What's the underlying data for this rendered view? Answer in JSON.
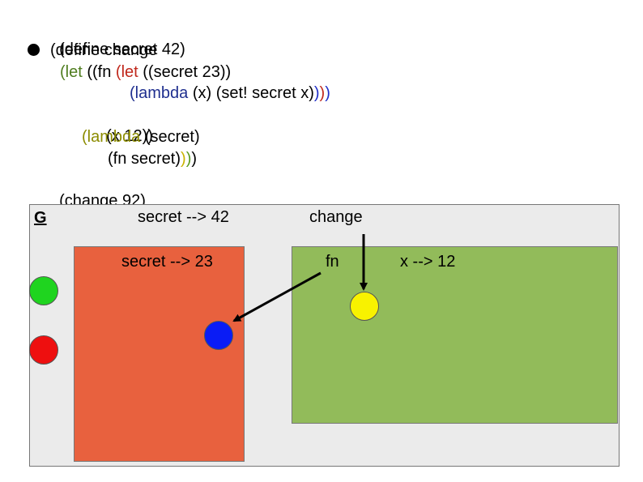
{
  "code": {
    "line1": "(define secret 42)",
    "line2": {
      "open": "(",
      "kw": "define",
      "rest": " change"
    },
    "line3": {
      "open": "(",
      "kw_let": "let",
      "mid": " ((fn ",
      "open2": "(",
      "kw_let2": "let",
      "rest": " ((secret 23))"
    },
    "line4": {
      "open": "(",
      "kw": "lambda",
      "rest": " (x) (set! secret x)",
      "close1": ")",
      "close2": ")",
      "close3": ")"
    },
    "line5": "(x 12))",
    "line6": {
      "open": "(",
      "kw": "lambda",
      "rest": " (secret)"
    },
    "line7": {
      "text": "(fn secret)",
      "close1": ")",
      "close2": ")",
      "close3": ")"
    },
    "line8": "(change 92)"
  },
  "diagram": {
    "global_label": "G",
    "global_binding": "secret --> 42",
    "change_label": "change",
    "inner_binding": "secret --> 23",
    "fn_label": "fn",
    "x_binding": "x --> 12"
  },
  "colors": {
    "global_frame": "#ebebeb",
    "red_frame": "#e8613e",
    "green_frame": "#92bb5a",
    "dot_green": "#1fd41f",
    "dot_red": "#ee0f0f",
    "dot_blue": "#0a1cf5",
    "dot_yellow": "#f8f200"
  }
}
